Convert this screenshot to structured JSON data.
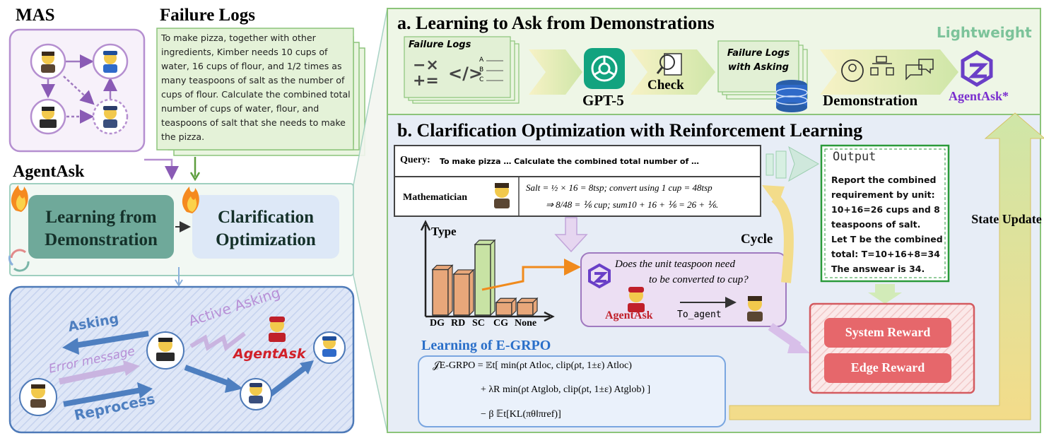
{
  "left": {
    "mas_title": "MAS",
    "failure_logs_title": "Failure Logs",
    "failure_log_text": "To make pizza, together with other ingredients, Kimber needs 10 cups of water, 16 cups of flour, and 1/2 times as many teaspoons of salt as the number of cups of flour. Calculate the combined total number of cups of water, flour, and teaspoons of salt that she needs to make the pizza.",
    "agentask_title": "AgentAsk",
    "module_1": "Learning from Demonstration",
    "module_2": "Clarification Optimization",
    "flow": {
      "asking": "Asking",
      "error_message": "Error message",
      "reprocess": "Reprocess",
      "active_asking": "Active Asking",
      "agentask": "AgentAsk"
    }
  },
  "panel_a": {
    "title": "a. Learning to Ask from Demonstrations",
    "lightweight": "Lightweight",
    "failure_logs": "Failure Logs",
    "gpt": "GPT-5",
    "check": "Check",
    "failure_logs_asking": "Failure Logs with Asking",
    "demonstration": "Demonstration",
    "agentask_star": "AgentAsk*",
    "option_a": "A",
    "option_b": "B",
    "option_c": "C"
  },
  "panel_b": {
    "title": "b. Clarification Optimization with Reinforcement Learning",
    "query_label": "Query:",
    "query_text": "To make pizza … Calculate the combined total number of …",
    "mathematician": "Mathematician",
    "math_line_1": "Salt = ½ × 16 = 8tsp; convert using 1 cup = 48tsp",
    "math_line_2": "⇒ 8/48 = ⅙ cup; sum10 + 16 + ⅙ = 26 + ⅙.",
    "output_title": "Output",
    "output_lines": [
      "Report the combined",
      "requirement by unit:",
      "10+16=26 cups and 8",
      "teaspoons of salt.",
      "Let T be the combined",
      "total: T=10+16+8=34",
      "The answear is 34."
    ],
    "cycle": "Cycle",
    "question_line_1": "Does the unit teaspoon need",
    "question_line_2": "to be converted to cup?",
    "agentask": "AgentAsk",
    "to_agent": "To_agent",
    "type_label": "Type",
    "categories": [
      "DG",
      "RD",
      "SC",
      "CG",
      "None"
    ],
    "egrpo_title": "Learning of E-GRPO",
    "formula_line_1": "𝒥E-GRPO = 𝔼t[ min(ρt Atloc, clip(ρt, 1±ε) Atloc)",
    "formula_line_2": "+ λR min(ρt Atglob, clip(ρt, 1±ε) Atglob) ]",
    "formula_line_3": "− β 𝔼t[KL(πθ‖πref)]",
    "system_reward": "System Reward",
    "edge_reward": "Edge Reward",
    "state_update": "State Update"
  },
  "colors": {
    "panel_a_bg": "#eef6e6",
    "panel_b_bg": "#e7edf6",
    "teal_module": "#6fa99a",
    "blue_module": "#dde8f7",
    "red_reward": "#e6676b",
    "purple": "#8a5bb5",
    "dark_red": "#c0202a",
    "output_green": "#2a9a3a",
    "egrpo_blue": "#2a6fc9",
    "bar_orange": "#e8a77a",
    "bar_green": "#c8e3a4"
  },
  "chart_data": {
    "type": "bar",
    "categories": [
      "DG",
      "RD",
      "SC",
      "CG",
      "None"
    ],
    "values": [
      4,
      3.6,
      6.2,
      1.1,
      1.1
    ],
    "ylabel": "Type"
  }
}
